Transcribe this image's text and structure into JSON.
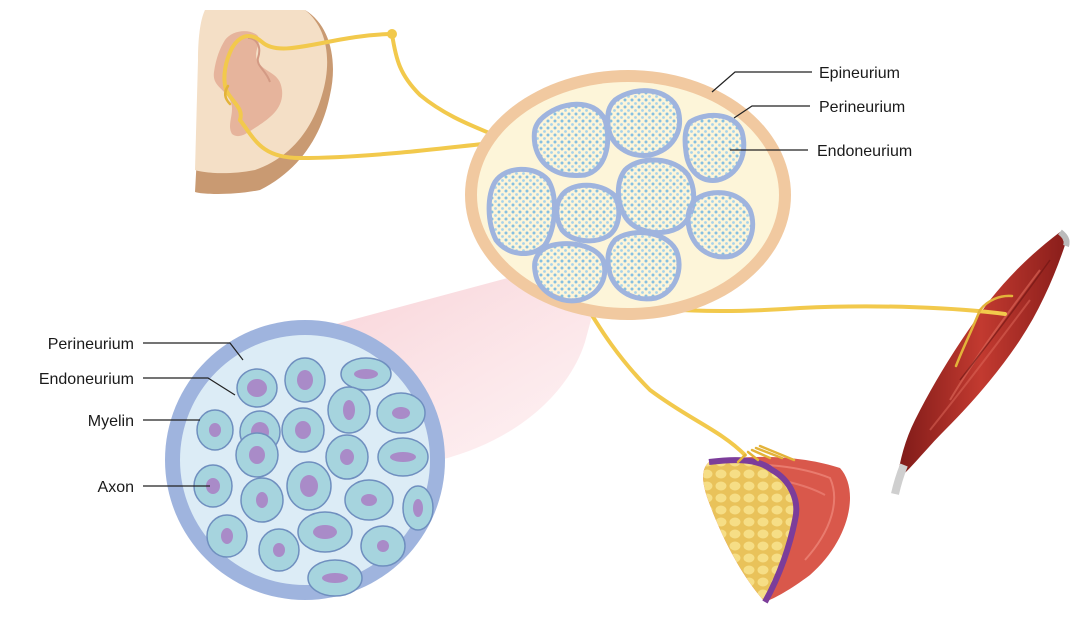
{
  "labels": {
    "epineurium": "Epineurium",
    "perineurium_top": "Perineurium",
    "endoneurium_top": "Endoneurium",
    "perineurium_left": "Perineurium",
    "endoneurium_left": "Endoneurium",
    "myelin": "Myelin",
    "axon": "Axon"
  },
  "colors": {
    "nerve": "#f2c94c",
    "nerve_dark": "#d9a92a",
    "epineurium": "#f1c9a0",
    "nerve_fill": "#fdf5d9",
    "perineurium": "#9fb4de",
    "fascicle_fill": "#dcecf6",
    "dots": "#8ec5e3",
    "myelin": "#a6d4de",
    "axon": "#a98bc8",
    "muscle": "#b5302a",
    "skin": "#d95f52",
    "fat": "#f2d57a",
    "spinal_cord": "#f3dcc3"
  }
}
